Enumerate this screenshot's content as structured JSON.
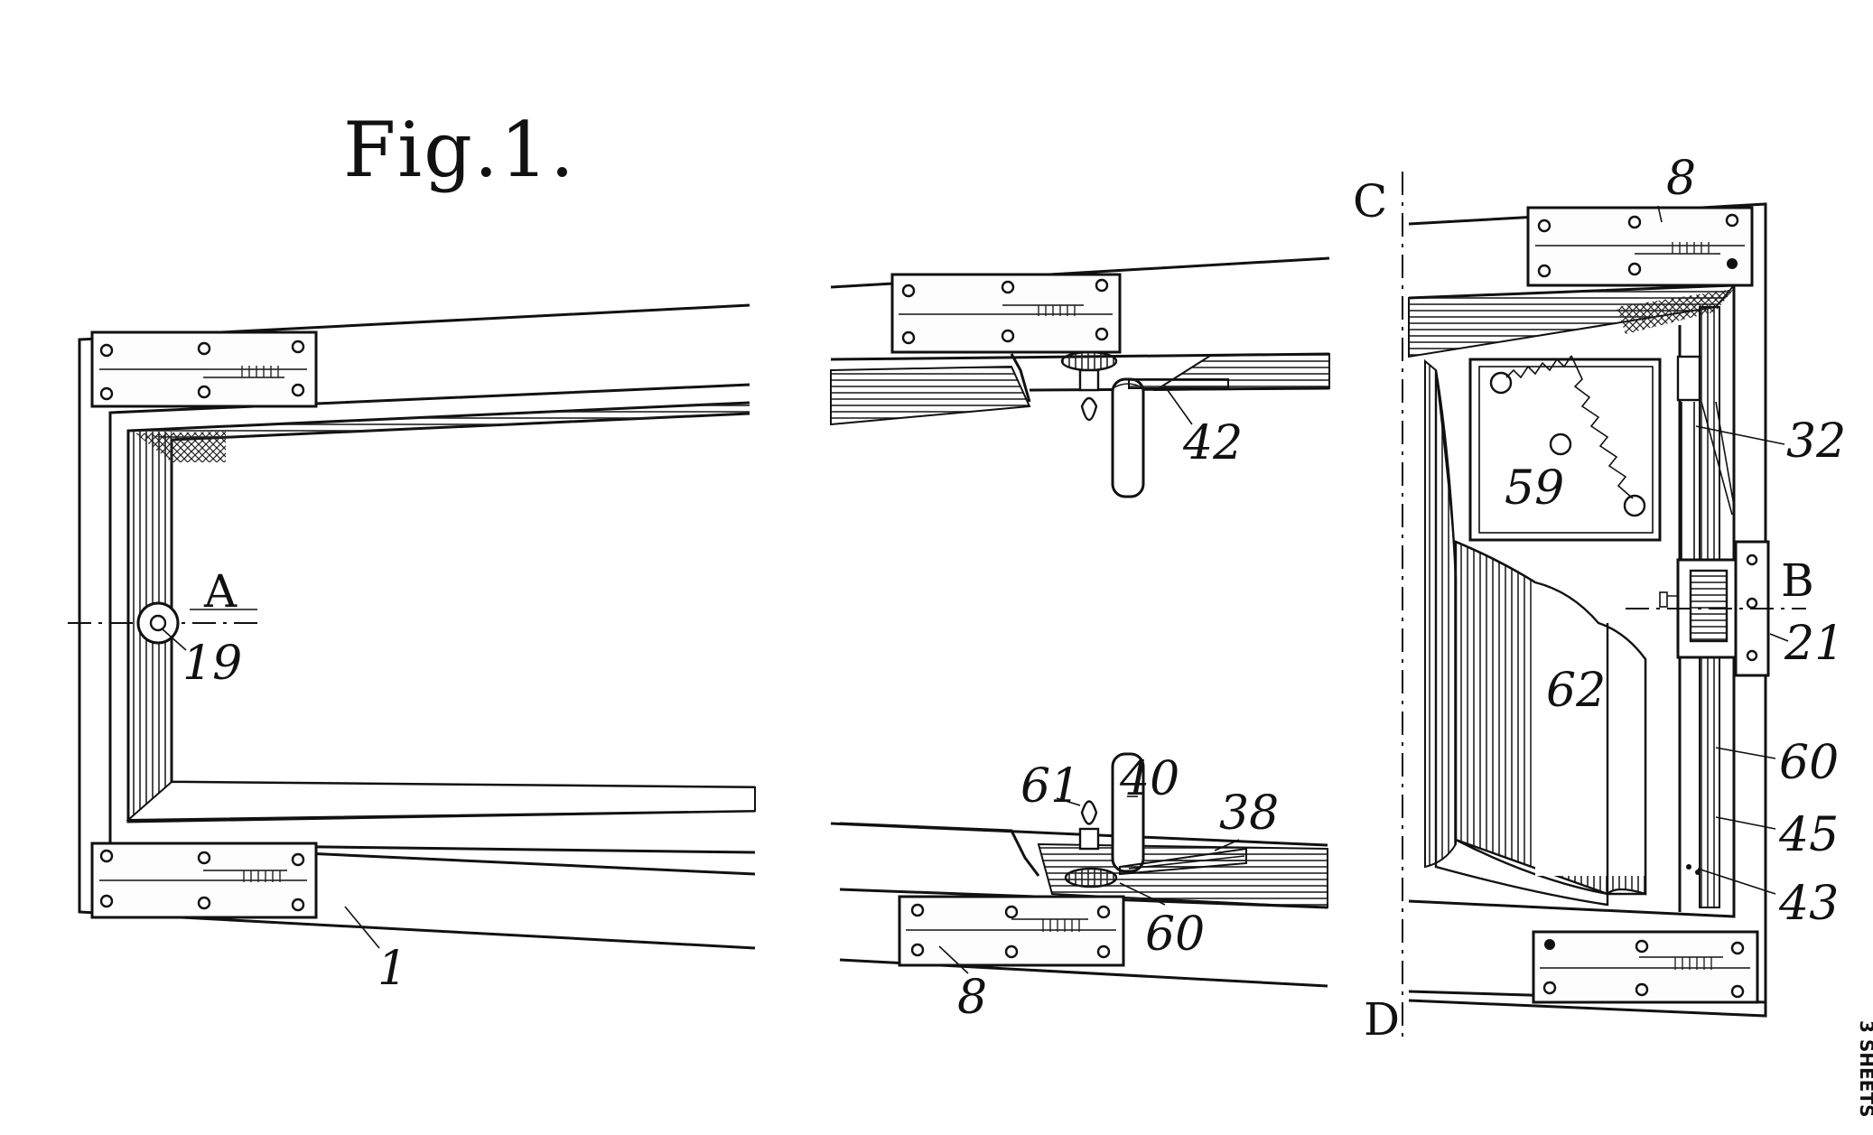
{
  "figure": {
    "title": "Fig.1."
  },
  "section_markers": {
    "a": "A",
    "b": "B",
    "c": "C",
    "d": "D"
  },
  "reference_numerals": {
    "n1": "1",
    "n8_top": "8",
    "n8_bottom": "8",
    "n19": "19",
    "n21": "21",
    "n32": "32",
    "n38": "38",
    "n40": "40",
    "n42": "42",
    "n43": "43",
    "n45": "45",
    "n59": "59",
    "n60_mid": "60",
    "n60_right": "60",
    "n61": "61",
    "n62": "62"
  },
  "margin_note": {
    "text": "3 SHEETS"
  },
  "colors": {
    "ink": "#111111",
    "paper": "#ffffff"
  }
}
